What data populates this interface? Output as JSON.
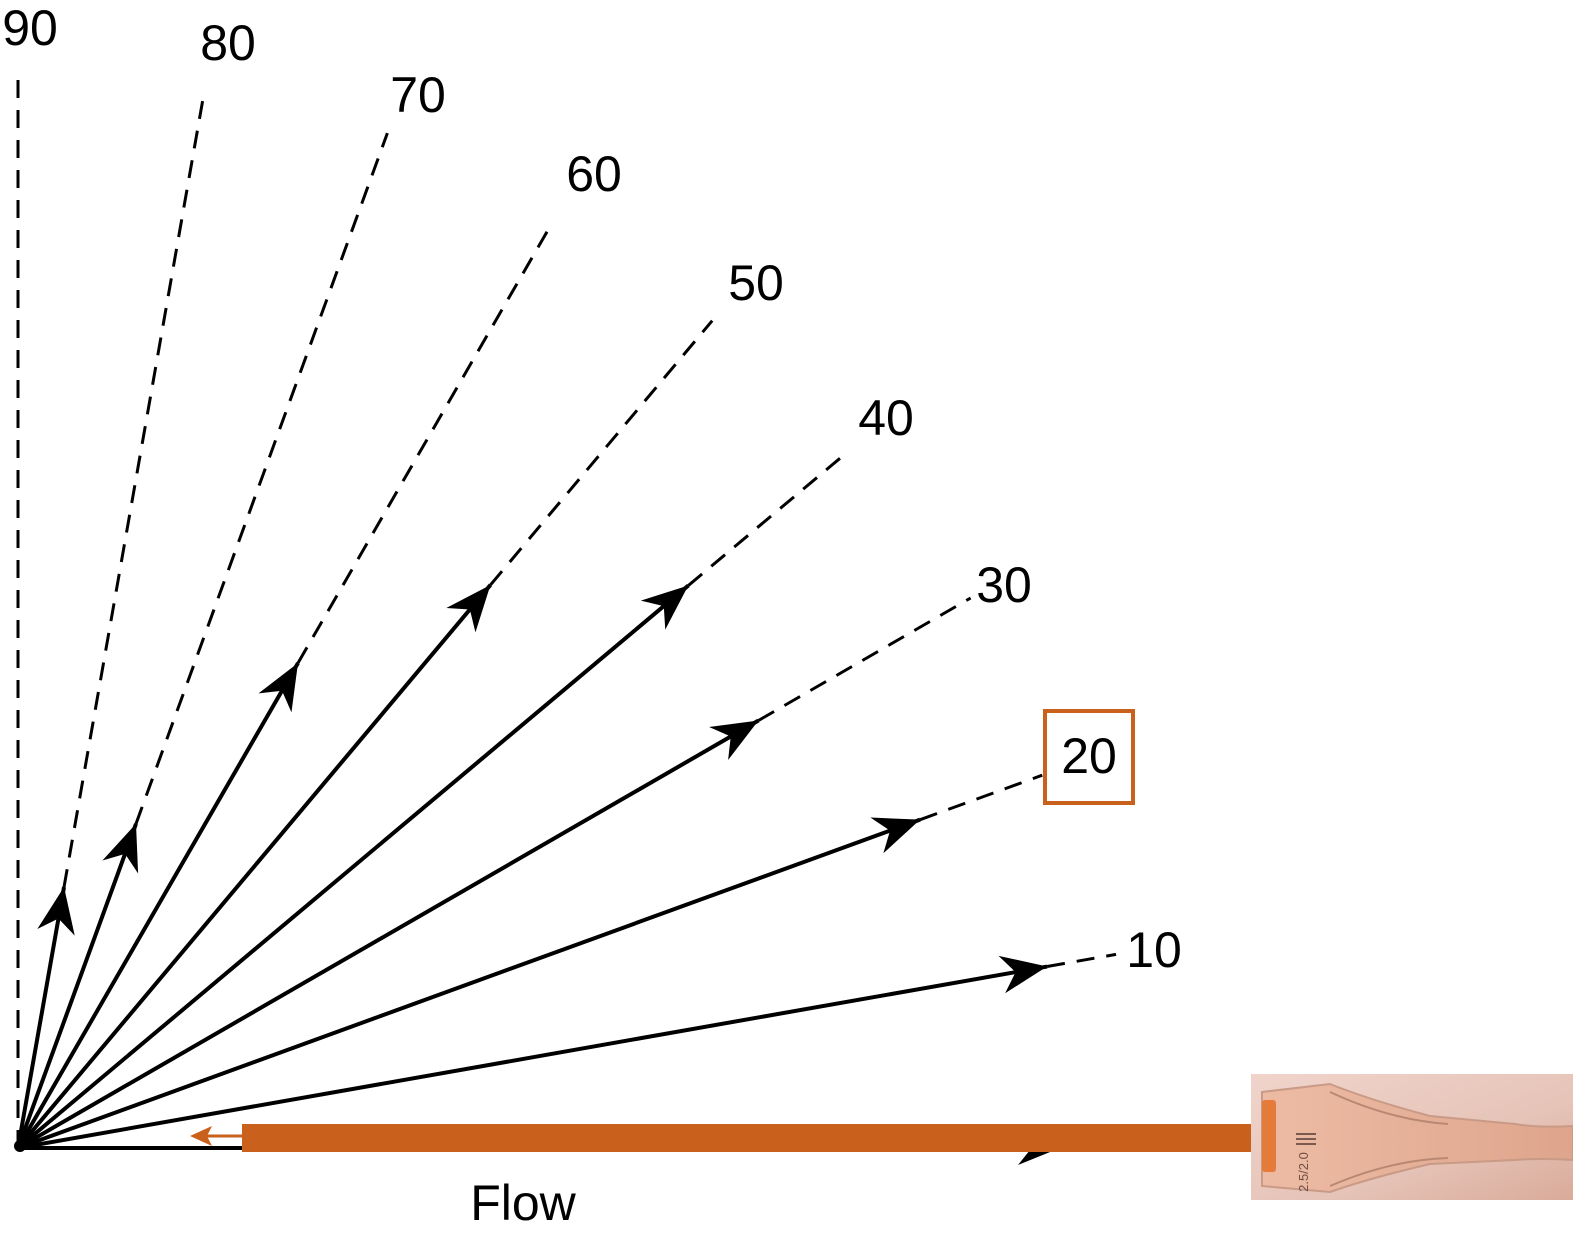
{
  "diagram": {
    "angles": [
      {
        "angle": 90,
        "label": "90",
        "highlighted": false
      },
      {
        "angle": 80,
        "label": "80",
        "highlighted": false
      },
      {
        "angle": 70,
        "label": "70",
        "highlighted": false
      },
      {
        "angle": 60,
        "label": "60",
        "highlighted": false
      },
      {
        "angle": 50,
        "label": "50",
        "highlighted": false
      },
      {
        "angle": 40,
        "label": "40",
        "highlighted": false
      },
      {
        "angle": 30,
        "label": "30",
        "highlighted": false
      },
      {
        "angle": 20,
        "label": "20",
        "highlighted": true
      },
      {
        "angle": 10,
        "label": "10",
        "highlighted": false
      }
    ],
    "flow_label": "Flow",
    "probe_text": "2.5/2.0",
    "colors": {
      "line": "#000000",
      "accent": "#c9601c",
      "probe_bg": "#ead0c8",
      "probe_body": "#e8b9a6"
    }
  }
}
